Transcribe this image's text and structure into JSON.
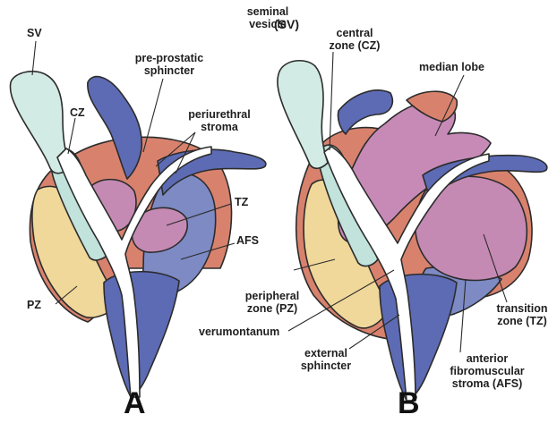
{
  "figure_a": {
    "panel_letter": "A",
    "labels": {
      "sv": "SV",
      "cz": "CZ",
      "pre_prostatic_sphincter": "pre-prostatic\nsphincter",
      "periurethral_stroma": "periurethral\nstroma",
      "tz": "TZ",
      "afs": "AFS",
      "pz": "PZ"
    }
  },
  "figure_b": {
    "panel_letter": "B",
    "labels": {
      "seminal_vesicle": "seminal\nvesicle",
      "sv_abbrev": "(SV)",
      "central_zone": "central\nzone (CZ)",
      "median_lobe": "median lobe",
      "peripheral_zone": "peripheral\nzone (PZ)",
      "verumontanum": "verumontanum",
      "external_sphincter": "external\nsphincter",
      "transition_zone": "transition\nzone (TZ)",
      "anterior_fibromuscular_stroma": "anterior\nfibromuscular\nstroma (AFS)"
    }
  },
  "colors": {
    "peripheral_zone": "#f0d79a",
    "central_zone": "#c2e2dc",
    "seminal_vesicle": "#d2ebe4",
    "prostate_capsule": "#d8826d",
    "transition_zone": "#c48ab3",
    "median_lobe": "#c78ab7",
    "fibromuscular_stroma": "#7d8ac4",
    "sphincter": "#5d6bb5",
    "outline": "#2c2c2c"
  }
}
